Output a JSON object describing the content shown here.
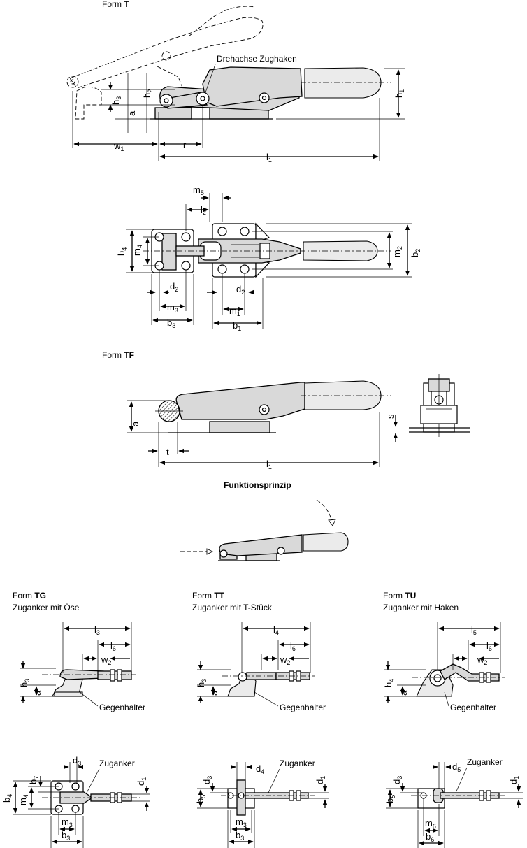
{
  "form_t": {
    "title_prefix": "Form ",
    "title_code": "T",
    "callout": "Drehachse Zughaken",
    "dims": {
      "h3": "h3",
      "h2": "h2",
      "a": "a",
      "h1": "h1",
      "w1": "w1",
      "r": "r",
      "l1": "l1"
    }
  },
  "form_t_top": {
    "dims": {
      "m5": "m5",
      "l2": "l2",
      "b4": "b4",
      "m4": "m4",
      "d2_left": "d2",
      "m3": "m3",
      "b3": "b3",
      "d2_right": "d2",
      "m1": "m1",
      "b1": "b1",
      "m2": "m2",
      "b2": "b2"
    }
  },
  "form_tf": {
    "title_prefix": "Form ",
    "title_code": "TF",
    "dims": {
      "a": "a",
      "t": "t",
      "l1": "l1",
      "s": "s"
    }
  },
  "principle": {
    "title": "Funktionsprinzip"
  },
  "form_tg": {
    "title_prefix": "Form ",
    "title_code": "TG",
    "subtitle": "Zuganker mit Öse",
    "counter": "Gegenhalter",
    "anchor": "Zuganker",
    "dims": {
      "l3": "l3",
      "l6": "l6",
      "w2": "w2",
      "h3": "h3",
      "a": "a",
      "d3": "d3",
      "b7": "b7",
      "b4": "b4",
      "m4": "m4",
      "d1": "d1",
      "m3": "m3",
      "b3": "b3"
    }
  },
  "form_tt": {
    "title_prefix": "Form ",
    "title_code": "TT",
    "subtitle": "Zuganker mit T-Stück",
    "counter": "Gegenhalter",
    "anchor": "Zuganker",
    "dims": {
      "l4": "l4",
      "l6": "l6",
      "w2": "w2",
      "h3": "h3",
      "a": "a",
      "d3": "d3",
      "d4": "d4",
      "b5": "b5",
      "d1": "d1",
      "m3": "m3",
      "b3": "b3"
    }
  },
  "form_tu": {
    "title_prefix": "Form ",
    "title_code": "TU",
    "subtitle": "Zuganker mit Haken",
    "counter": "Gegenhalter",
    "anchor": "Zuganker",
    "dims": {
      "l5": "l5",
      "l6": "l6",
      "w2": "w2",
      "h4": "h4",
      "a": "a",
      "d3": "d3",
      "d5": "d5",
      "b5": "b5",
      "d1": "d1",
      "m6": "m6",
      "b6": "b6"
    }
  }
}
